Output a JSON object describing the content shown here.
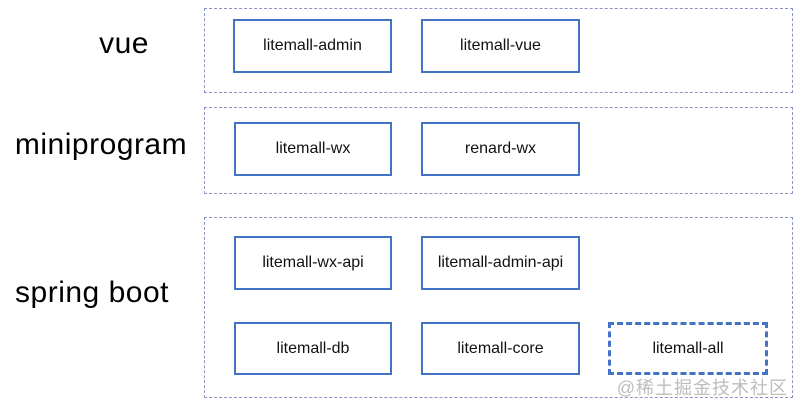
{
  "diagram": {
    "groups": [
      {
        "label": "vue",
        "boxes": [
          {
            "label": "litemall-admin",
            "border": "solid"
          },
          {
            "label": "litemall-vue",
            "border": "solid"
          }
        ]
      },
      {
        "label": "miniprogram",
        "boxes": [
          {
            "label": "litemall-wx",
            "border": "solid"
          },
          {
            "label": "renard-wx",
            "border": "solid"
          }
        ]
      },
      {
        "label": "spring boot",
        "boxes": [
          {
            "label": "litemall-wx-api",
            "border": "solid"
          },
          {
            "label": "litemall-admin-api",
            "border": "solid"
          },
          {
            "label": "litemall-db",
            "border": "solid"
          },
          {
            "label": "litemall-core",
            "border": "solid"
          },
          {
            "label": "litemall-all",
            "border": "dashed"
          }
        ]
      }
    ],
    "watermark": "@稀土掘金技术社区",
    "colors": {
      "box_border": "#4472C4",
      "container_border": "#8A94C8",
      "text": "#111111",
      "watermark": "#BDBDBD"
    }
  }
}
